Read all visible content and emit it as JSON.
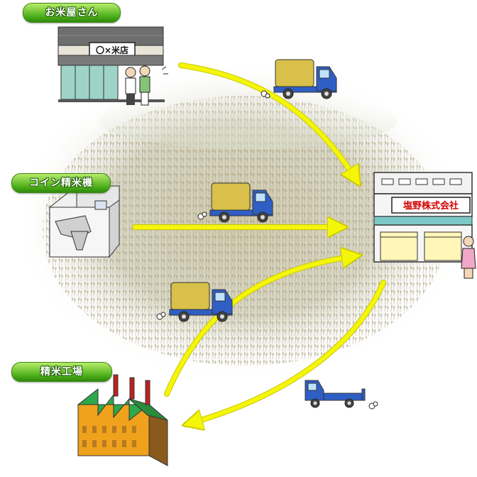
{
  "nodes": {
    "rice_shop": {
      "label": "お米屋さん",
      "sign": "〇×米店"
    },
    "coin_mill": {
      "label": "コイン精米機"
    },
    "mill_factory": {
      "label": "精米工場"
    },
    "company": {
      "sign": "塩野株式会社"
    }
  },
  "colors": {
    "arrow": "#f5f50a",
    "pill": "#4cae1a",
    "sign_text": "#d40000",
    "truck_cab": "#2f5fc4",
    "truck_cargo": "#d8c04a"
  }
}
